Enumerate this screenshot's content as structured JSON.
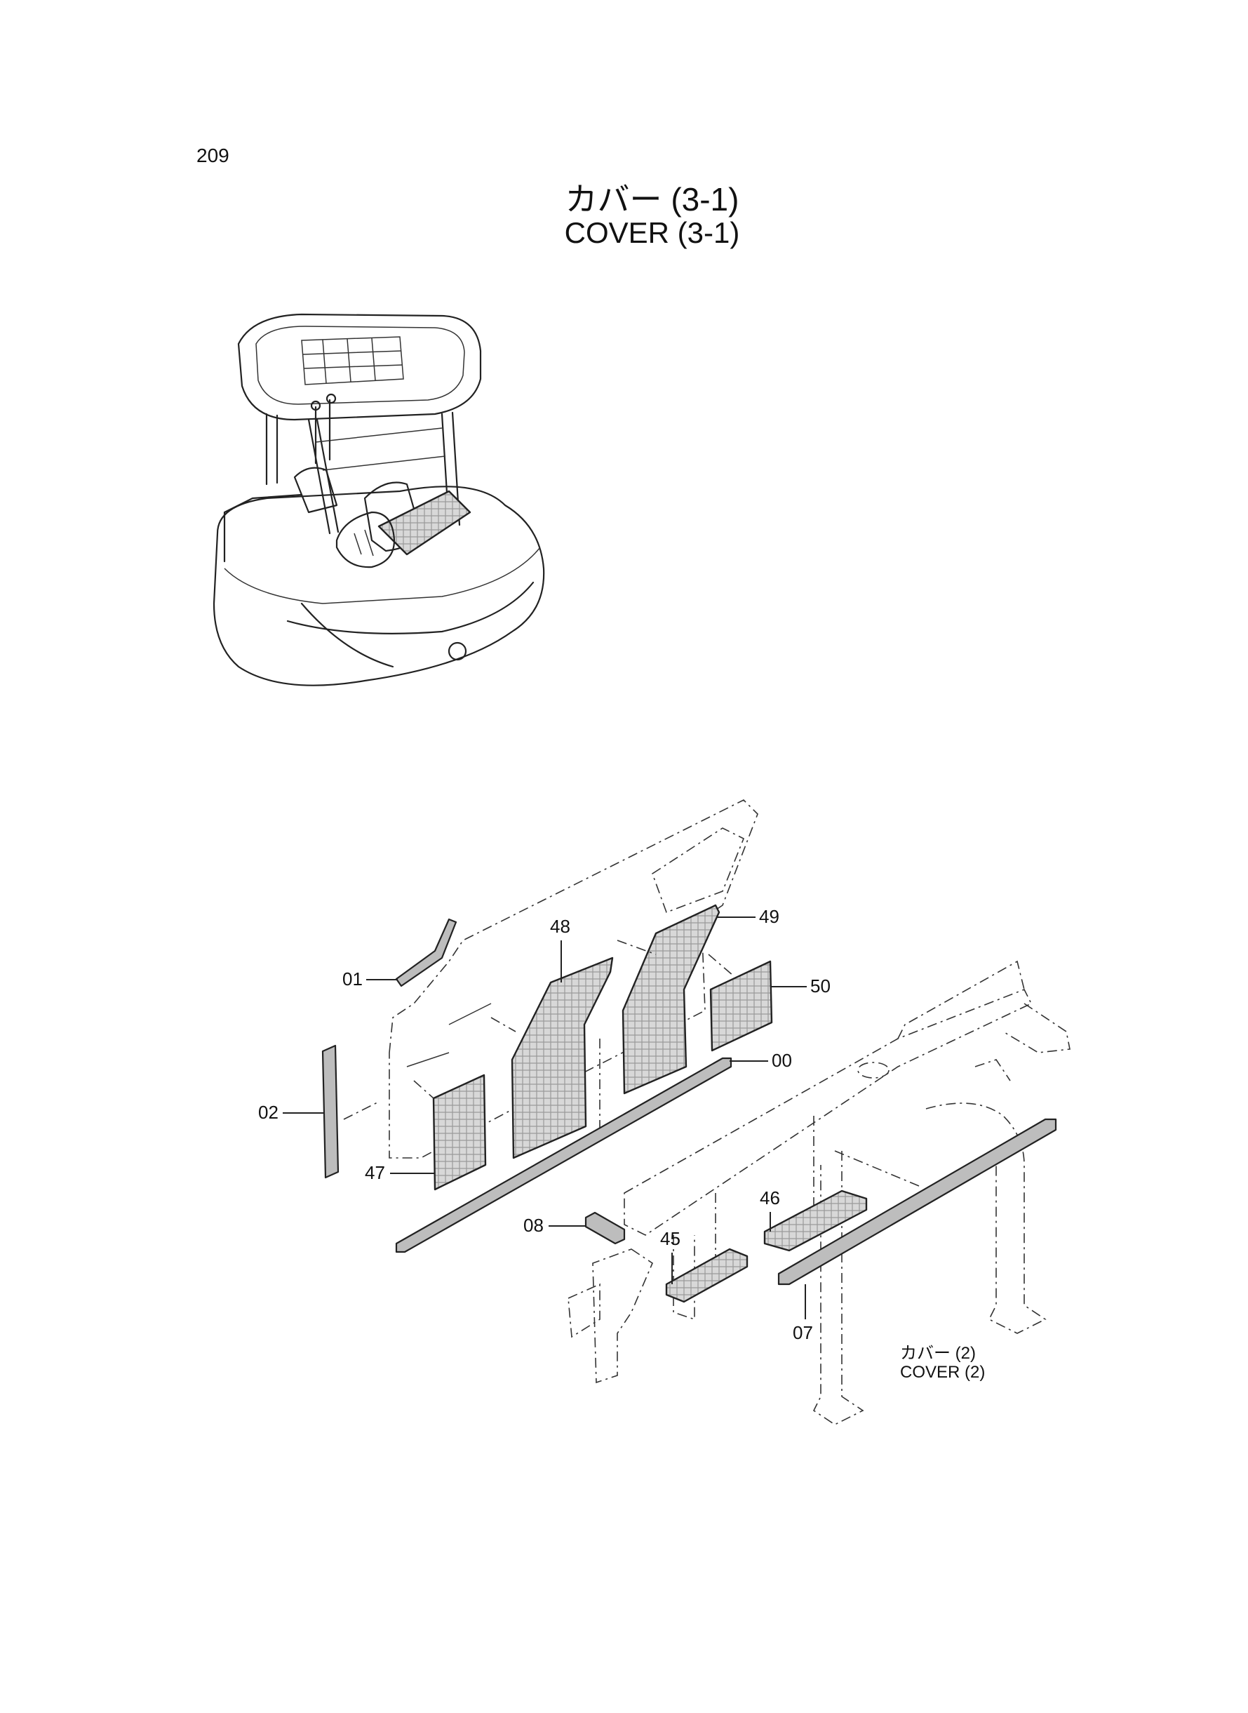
{
  "page_number": "209",
  "title": {
    "japanese": "カバー (3-1)",
    "english": "COVER (3-1)"
  },
  "callouts": [
    {
      "id": "01",
      "label": "01"
    },
    {
      "id": "02",
      "label": "02"
    },
    {
      "id": "47",
      "label": "47"
    },
    {
      "id": "48",
      "label": "48"
    },
    {
      "id": "49",
      "label": "49"
    },
    {
      "id": "50",
      "label": "50"
    },
    {
      "id": "00",
      "label": "00"
    },
    {
      "id": "08",
      "label": "08"
    },
    {
      "id": "45",
      "label": "45"
    },
    {
      "id": "46",
      "label": "46"
    },
    {
      "id": "07",
      "label": "07"
    }
  ],
  "reference": {
    "japanese": "カバー (2)",
    "english": "COVER (2)"
  }
}
